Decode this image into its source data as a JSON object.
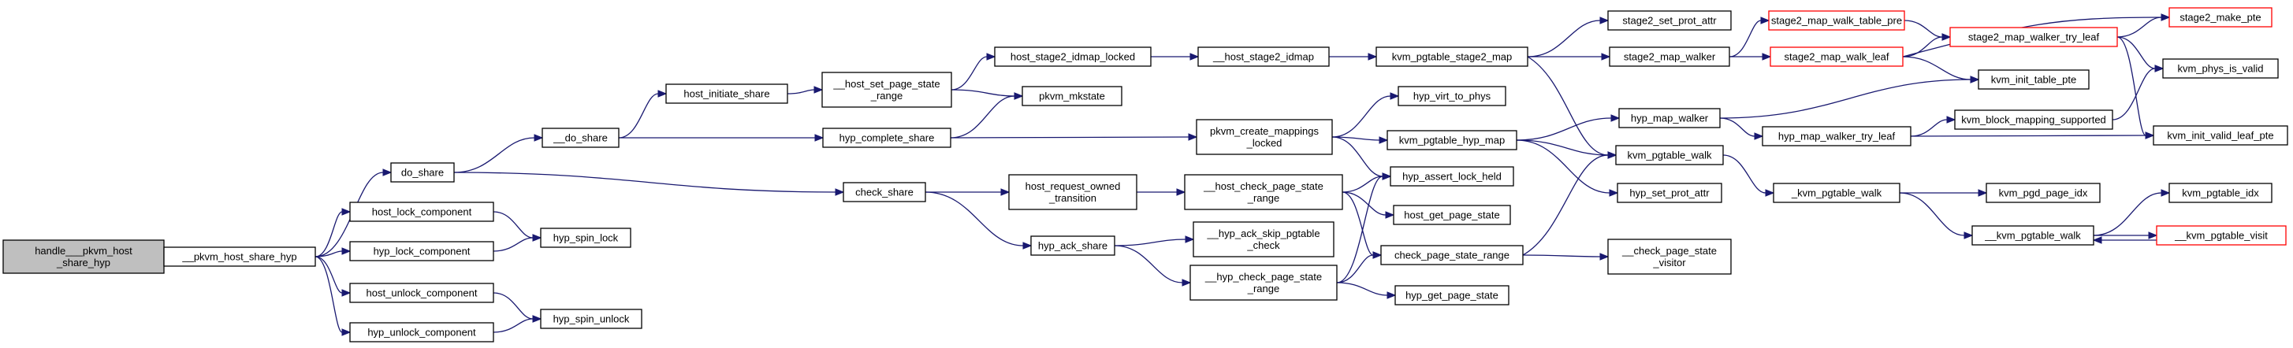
{
  "colors": {
    "edge": "#191970",
    "node_border": "#000000",
    "node_fill": "#ffffff",
    "root_fill": "#bfbfbf",
    "truncated_border": "#ff0000"
  },
  "nodes": [
    {
      "id": "root",
      "lines": [
        "handle___pkvm_host",
        "_share_hyp"
      ],
      "style": "root"
    },
    {
      "id": "pkvm_host_share_hyp",
      "lines": [
        "__pkvm_host_share_hyp"
      ],
      "style": "normal"
    },
    {
      "id": "do_share",
      "lines": [
        "do_share"
      ],
      "style": "normal"
    },
    {
      "id": "host_lock_component",
      "lines": [
        "host_lock_component"
      ],
      "style": "normal"
    },
    {
      "id": "hyp_lock_component",
      "lines": [
        "hyp_lock_component"
      ],
      "style": "normal"
    },
    {
      "id": "host_unlock_component",
      "lines": [
        "host_unlock_component"
      ],
      "style": "normal"
    },
    {
      "id": "hyp_unlock_component",
      "lines": [
        "hyp_unlock_component"
      ],
      "style": "normal"
    },
    {
      "id": "hyp_spin_lock",
      "lines": [
        "hyp_spin_lock"
      ],
      "style": "normal"
    },
    {
      "id": "hyp_spin_unlock",
      "lines": [
        "hyp_spin_unlock"
      ],
      "style": "normal"
    },
    {
      "id": "__do_share",
      "lines": [
        "__do_share"
      ],
      "style": "normal"
    },
    {
      "id": "check_share",
      "lines": [
        "check_share"
      ],
      "style": "normal"
    },
    {
      "id": "host_initiate_share",
      "lines": [
        "host_initiate_share"
      ],
      "style": "normal"
    },
    {
      "id": "hyp_complete_share",
      "lines": [
        "hyp_complete_share"
      ],
      "style": "normal"
    },
    {
      "id": "host_request_owned_transition",
      "lines": [
        "host_request_owned",
        "_transition"
      ],
      "style": "normal"
    },
    {
      "id": "hyp_ack_share",
      "lines": [
        "hyp_ack_share"
      ],
      "style": "normal"
    },
    {
      "id": "__host_set_page_state_range",
      "lines": [
        "__host_set_page_state",
        "_range"
      ],
      "style": "normal"
    },
    {
      "id": "host_stage2_idmap_locked",
      "lines": [
        "host_stage2_idmap_locked"
      ],
      "style": "normal"
    },
    {
      "id": "pkvm_mkstate",
      "lines": [
        "pkvm_mkstate"
      ],
      "style": "normal"
    },
    {
      "id": "__host_stage2_idmap",
      "lines": [
        "__host_stage2_idmap"
      ],
      "style": "normal"
    },
    {
      "id": "pkvm_create_mappings_locked",
      "lines": [
        "pkvm_create_mappings",
        "_locked"
      ],
      "style": "normal"
    },
    {
      "id": "__host_check_page_state_range",
      "lines": [
        "__host_check_page_state",
        "_range"
      ],
      "style": "normal"
    },
    {
      "id": "__hyp_ack_skip_pgtable_check",
      "lines": [
        "__hyp_ack_skip_pgtable",
        "_check"
      ],
      "style": "normal"
    },
    {
      "id": "__hyp_check_page_state_range",
      "lines": [
        "__hyp_check_page_state",
        "_range"
      ],
      "style": "normal"
    },
    {
      "id": "kvm_pgtable_stage2_map",
      "lines": [
        "kvm_pgtable_stage2_map"
      ],
      "style": "normal"
    },
    {
      "id": "hyp_virt_to_phys",
      "lines": [
        "hyp_virt_to_phys"
      ],
      "style": "normal"
    },
    {
      "id": "kvm_pgtable_hyp_map",
      "lines": [
        "kvm_pgtable_hyp_map"
      ],
      "style": "normal"
    },
    {
      "id": "hyp_assert_lock_held",
      "lines": [
        "hyp_assert_lock_held"
      ],
      "style": "normal"
    },
    {
      "id": "host_get_page_state",
      "lines": [
        "host_get_page_state"
      ],
      "style": "normal"
    },
    {
      "id": "check_page_state_range",
      "lines": [
        "check_page_state_range"
      ],
      "style": "normal"
    },
    {
      "id": "hyp_get_page_state",
      "lines": [
        "hyp_get_page_state"
      ],
      "style": "normal"
    },
    {
      "id": "stage2_set_prot_attr",
      "lines": [
        "stage2_set_prot_attr"
      ],
      "style": "normal"
    },
    {
      "id": "stage2_map_walker",
      "lines": [
        "stage2_map_walker"
      ],
      "style": "normal"
    },
    {
      "id": "hyp_map_walker",
      "lines": [
        "hyp_map_walker"
      ],
      "style": "normal"
    },
    {
      "id": "kvm_pgtable_walk",
      "lines": [
        "kvm_pgtable_walk"
      ],
      "style": "normal"
    },
    {
      "id": "hyp_set_prot_attr",
      "lines": [
        "hyp_set_prot_attr"
      ],
      "style": "normal"
    },
    {
      "id": "__check_page_state_visitor",
      "lines": [
        "__check_page_state",
        "_visitor"
      ],
      "style": "normal"
    },
    {
      "id": "stage2_map_walk_table_pre",
      "lines": [
        "stage2_map_walk_table_pre"
      ],
      "style": "truncated"
    },
    {
      "id": "stage2_map_walk_leaf",
      "lines": [
        "stage2_map_walk_leaf"
      ],
      "style": "truncated"
    },
    {
      "id": "hyp_map_walker_try_leaf",
      "lines": [
        "hyp_map_walker_try_leaf"
      ],
      "style": "normal"
    },
    {
      "id": "_kvm_pgtable_walk",
      "lines": [
        "_kvm_pgtable_walk"
      ],
      "style": "normal"
    },
    {
      "id": "stage2_map_walker_try_leaf",
      "lines": [
        "stage2_map_walker_try_leaf"
      ],
      "style": "truncated"
    },
    {
      "id": "kvm_init_table_pte",
      "lines": [
        "kvm_init_table_pte"
      ],
      "style": "normal"
    },
    {
      "id": "kvm_block_mapping_supported",
      "lines": [
        "kvm_block_mapping_supported"
      ],
      "style": "normal"
    },
    {
      "id": "kvm_pgd_page_idx",
      "lines": [
        "kvm_pgd_page_idx"
      ],
      "style": "normal"
    },
    {
      "id": "__kvm_pgtable_walk",
      "lines": [
        "__kvm_pgtable_walk"
      ],
      "style": "normal"
    },
    {
      "id": "stage2_make_pte",
      "lines": [
        "stage2_make_pte"
      ],
      "style": "truncated"
    },
    {
      "id": "kvm_phys_is_valid",
      "lines": [
        "kvm_phys_is_valid"
      ],
      "style": "normal"
    },
    {
      "id": "kvm_init_valid_leaf_pte",
      "lines": [
        "kvm_init_valid_leaf_pte"
      ],
      "style": "normal"
    },
    {
      "id": "kvm_pgtable_idx",
      "lines": [
        "kvm_pgtable_idx"
      ],
      "style": "normal"
    },
    {
      "id": "__kvm_pgtable_visit",
      "lines": [
        "__kvm_pgtable_visit"
      ],
      "style": "truncated"
    }
  ],
  "edges": [
    {
      "from": "root",
      "to": "pkvm_host_share_hyp"
    },
    {
      "from": "pkvm_host_share_hyp",
      "to": "do_share"
    },
    {
      "from": "pkvm_host_share_hyp",
      "to": "host_lock_component"
    },
    {
      "from": "pkvm_host_share_hyp",
      "to": "hyp_lock_component"
    },
    {
      "from": "pkvm_host_share_hyp",
      "to": "host_unlock_component"
    },
    {
      "from": "pkvm_host_share_hyp",
      "to": "hyp_unlock_component"
    },
    {
      "from": "host_lock_component",
      "to": "hyp_spin_lock"
    },
    {
      "from": "hyp_lock_component",
      "to": "hyp_spin_lock"
    },
    {
      "from": "host_unlock_component",
      "to": "hyp_spin_unlock"
    },
    {
      "from": "hyp_unlock_component",
      "to": "hyp_spin_unlock"
    },
    {
      "from": "do_share",
      "to": "__do_share"
    },
    {
      "from": "do_share",
      "to": "check_share"
    },
    {
      "from": "__do_share",
      "to": "host_initiate_share"
    },
    {
      "from": "__do_share",
      "to": "hyp_complete_share"
    },
    {
      "from": "host_initiate_share",
      "to": "__host_set_page_state_range"
    },
    {
      "from": "__host_set_page_state_range",
      "to": "host_stage2_idmap_locked"
    },
    {
      "from": "__host_set_page_state_range",
      "to": "pkvm_mkstate"
    },
    {
      "from": "host_stage2_idmap_locked",
      "to": "__host_stage2_idmap"
    },
    {
      "from": "__host_stage2_idmap",
      "to": "kvm_pgtable_stage2_map"
    },
    {
      "from": "hyp_complete_share",
      "to": "pkvm_mkstate"
    },
    {
      "from": "hyp_complete_share",
      "to": "pkvm_create_mappings_locked"
    },
    {
      "from": "check_share",
      "to": "host_request_owned_transition"
    },
    {
      "from": "check_share",
      "to": "hyp_ack_share"
    },
    {
      "from": "host_request_owned_transition",
      "to": "__host_check_page_state_range"
    },
    {
      "from": "hyp_ack_share",
      "to": "__hyp_ack_skip_pgtable_check"
    },
    {
      "from": "hyp_ack_share",
      "to": "__hyp_check_page_state_range"
    },
    {
      "from": "pkvm_create_mappings_locked",
      "to": "hyp_virt_to_phys"
    },
    {
      "from": "pkvm_create_mappings_locked",
      "to": "kvm_pgtable_hyp_map"
    },
    {
      "from": "pkvm_create_mappings_locked",
      "to": "hyp_assert_lock_held"
    },
    {
      "from": "__host_check_page_state_range",
      "to": "hyp_assert_lock_held"
    },
    {
      "from": "__host_check_page_state_range",
      "to": "host_get_page_state"
    },
    {
      "from": "__host_check_page_state_range",
      "to": "check_page_state_range"
    },
    {
      "from": "__hyp_check_page_state_range",
      "to": "hyp_assert_lock_held"
    },
    {
      "from": "__hyp_check_page_state_range",
      "to": "check_page_state_range"
    },
    {
      "from": "__hyp_check_page_state_range",
      "to": "hyp_get_page_state"
    },
    {
      "from": "kvm_pgtable_stage2_map",
      "to": "stage2_set_prot_attr"
    },
    {
      "from": "kvm_pgtable_stage2_map",
      "to": "stage2_map_walker"
    },
    {
      "from": "kvm_pgtable_stage2_map",
      "to": "kvm_pgtable_walk"
    },
    {
      "from": "kvm_pgtable_hyp_map",
      "to": "hyp_map_walker"
    },
    {
      "from": "kvm_pgtable_hyp_map",
      "to": "kvm_pgtable_walk"
    },
    {
      "from": "kvm_pgtable_hyp_map",
      "to": "hyp_set_prot_attr"
    },
    {
      "from": "check_page_state_range",
      "to": "kvm_pgtable_walk"
    },
    {
      "from": "check_page_state_range",
      "to": "__check_page_state_visitor"
    },
    {
      "from": "stage2_map_walker",
      "to": "stage2_map_walk_table_pre"
    },
    {
      "from": "stage2_map_walker",
      "to": "stage2_map_walk_leaf"
    },
    {
      "from": "stage2_map_walk_table_pre",
      "to": "stage2_map_walker_try_leaf"
    },
    {
      "from": "stage2_map_walk_leaf",
      "to": "stage2_map_walker_try_leaf"
    },
    {
      "from": "stage2_map_walk_leaf",
      "to": "stage2_make_pte"
    },
    {
      "from": "stage2_map_walk_leaf",
      "to": "kvm_init_table_pte"
    },
    {
      "from": "stage2_map_walker_try_leaf",
      "to": "stage2_make_pte"
    },
    {
      "from": "stage2_map_walker_try_leaf",
      "to": "kvm_phys_is_valid"
    },
    {
      "from": "stage2_map_walker_try_leaf",
      "to": "kvm_init_valid_leaf_pte"
    },
    {
      "from": "hyp_map_walker",
      "to": "kvm_init_table_pte"
    },
    {
      "from": "hyp_map_walker",
      "to": "hyp_map_walker_try_leaf"
    },
    {
      "from": "hyp_map_walker_try_leaf",
      "to": "kvm_block_mapping_supported"
    },
    {
      "from": "hyp_map_walker_try_leaf",
      "to": "kvm_init_valid_leaf_pte"
    },
    {
      "from": "kvm_block_mapping_supported",
      "to": "kvm_phys_is_valid"
    },
    {
      "from": "kvm_pgtable_walk",
      "to": "_kvm_pgtable_walk"
    },
    {
      "from": "_kvm_pgtable_walk",
      "to": "kvm_pgd_page_idx"
    },
    {
      "from": "_kvm_pgtable_walk",
      "to": "__kvm_pgtable_walk"
    },
    {
      "from": "__kvm_pgtable_walk",
      "to": "kvm_pgtable_idx"
    },
    {
      "from": "__kvm_pgtable_walk",
      "to": "__kvm_pgtable_visit"
    },
    {
      "from": "__kvm_pgtable_visit",
      "to": "__kvm_pgtable_walk"
    }
  ]
}
